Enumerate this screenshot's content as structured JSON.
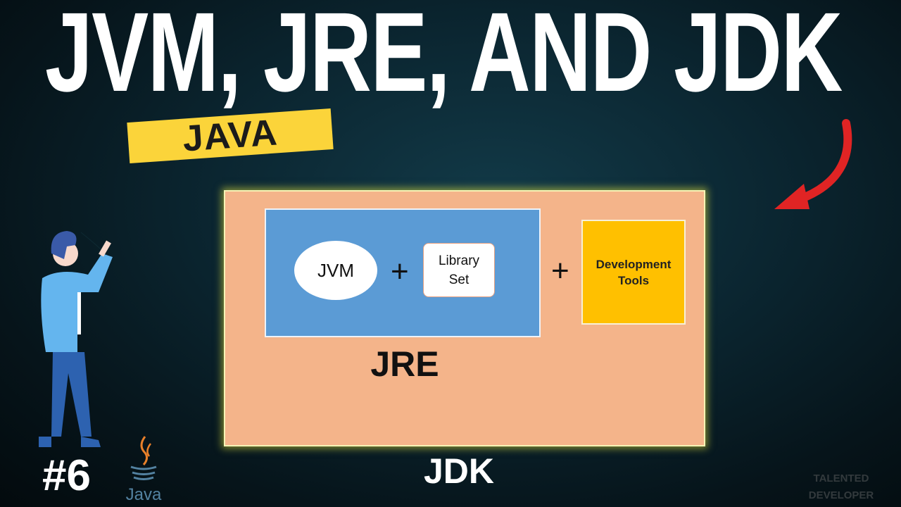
{
  "title": "JVM, JRE, AND JDK",
  "banner": "JAVA",
  "diagram": {
    "jvm": "JVM",
    "plus": "+",
    "library": [
      "Library",
      "Set"
    ],
    "dev_tools": [
      "Development",
      "Tools"
    ],
    "jre_label": "JRE",
    "jdk_label": "JDK"
  },
  "episode": "#6",
  "java_logo_text": "Java",
  "brand": [
    "TALENTED",
    "DEVELOPER"
  ],
  "colors": {
    "jdk": "#f4b48a",
    "jre": "#5b9bd5",
    "dev": "#ffc000",
    "banner": "#fbd43a",
    "arrow": "#e02424"
  }
}
